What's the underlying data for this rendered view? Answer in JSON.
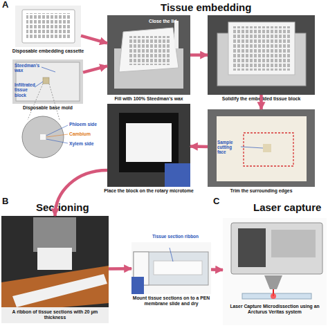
{
  "diagram": {
    "nodes": [
      {
        "text": [
          "Disposable embedding cassette"
        ]
      },
      {
        "text": [
          "Steedman's wax",
          "Infiltrated tissue block",
          "Disposable base mold"
        ]
      },
      {
        "text": [
          "Close the lid",
          "Fill with 100% Steedman's wax"
        ]
      },
      {
        "text": [
          "Solidify the embedded tissue block"
        ]
      },
      {
        "text": [
          "Sample cutting face",
          "Trim the surrounding edges"
        ]
      },
      {
        "text": [
          "Place the block on the rotary microtome"
        ]
      },
      {
        "text": [
          "A ribbon of tissue sections with 20 µm thickness"
        ]
      },
      {
        "text": [
          "Tissue section ribbon",
          "Mount tissue sections on to a PEN membrane slide and dry"
        ]
      },
      {
        "text": [
          "Laser Capture Microdissection using an Arcturus Veritas system"
        ]
      }
    ],
    "edges": [
      {
        "from": 0,
        "to": 2,
        "arrow": "to"
      },
      {
        "from": 1,
        "to": 2,
        "arrow": "to"
      },
      {
        "from": 2,
        "to": 3,
        "arrow": "to"
      },
      {
        "from": 3,
        "to": 4,
        "arrow": "to"
      },
      {
        "from": 4,
        "to": 5,
        "arrow": "to"
      },
      {
        "from": 5,
        "to": 6,
        "arrow": "to"
      },
      {
        "from": 6,
        "to": 7,
        "arrow": "to"
      },
      {
        "from": 7,
        "to": 8,
        "arrow": "to"
      }
    ],
    "labels": [
      "A",
      "Tissue embedding",
      "Phloem side",
      "Cambium",
      "Xylem side",
      "B",
      "Sectioning",
      "C",
      "Laser capture"
    ]
  }
}
